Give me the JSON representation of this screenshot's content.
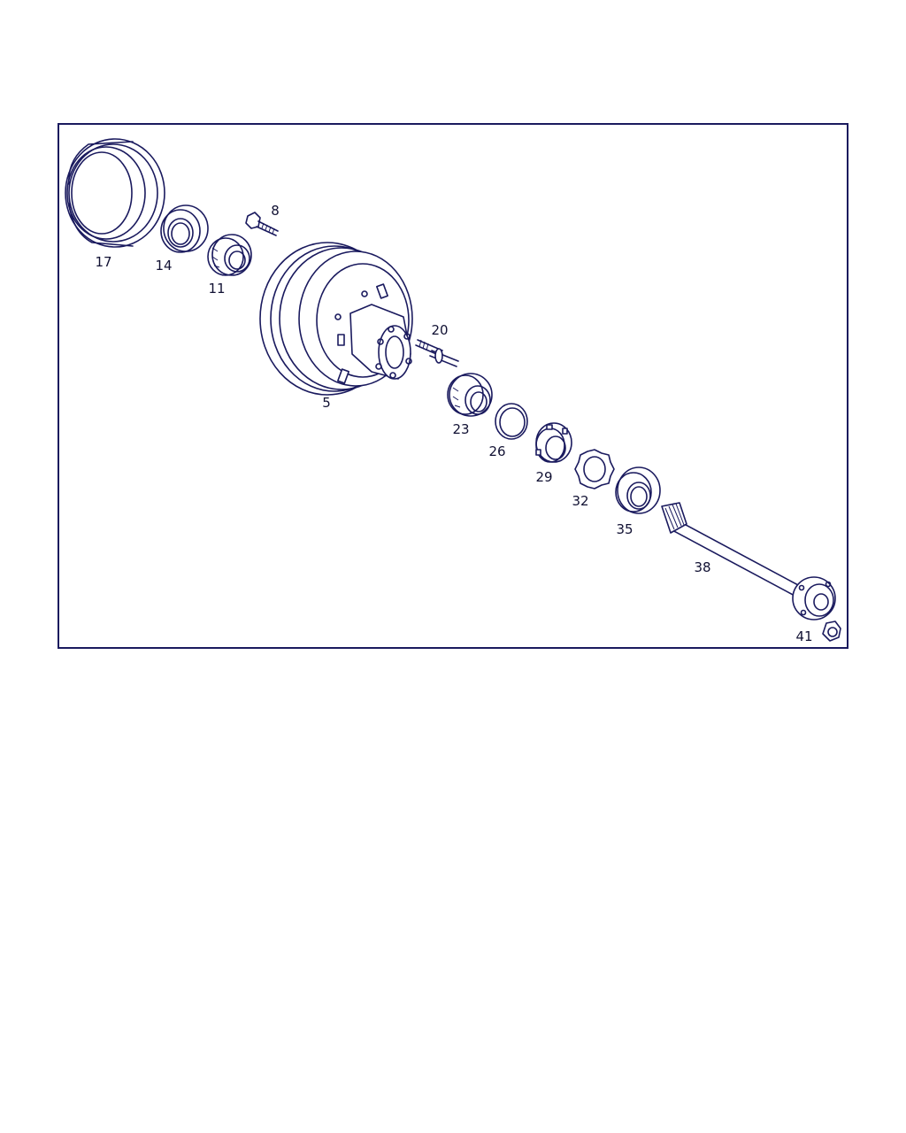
{
  "diagram": {
    "callouts": [
      "17",
      "14",
      "11",
      "8",
      "5",
      "20",
      "23",
      "26",
      "29",
      "32",
      "35",
      "38",
      "41"
    ]
  },
  "colors": {
    "line": "#1a1a5e",
    "background": "#ffffff"
  }
}
